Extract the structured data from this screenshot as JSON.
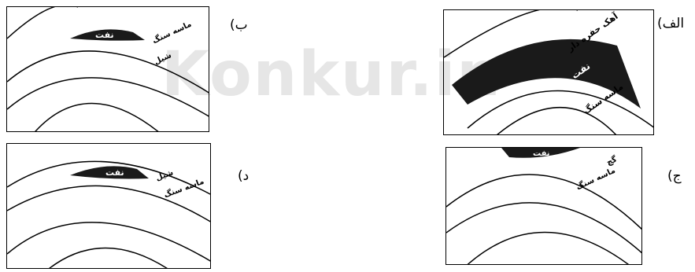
{
  "watermark": "Konkur.in",
  "options": {
    "alef": "الف)",
    "be": "ب)",
    "jim": "ج)",
    "dal": "د)"
  },
  "layers": {
    "porous_limestone": "آهک حفره دار",
    "sandstone": "ماسه سنگ",
    "oil": "نفت",
    "shale": "شیل",
    "gypsum": "گچ"
  }
}
